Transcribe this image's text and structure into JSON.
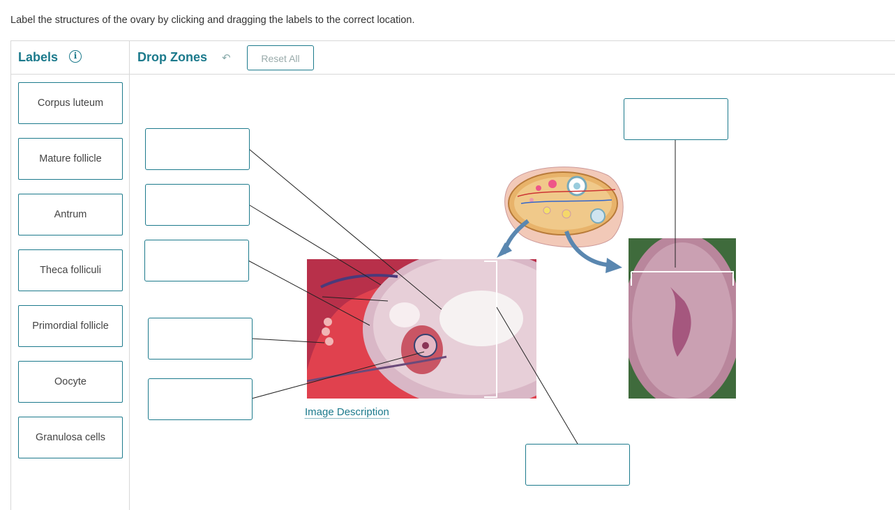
{
  "instruction": "Label the structures of the ovary by clicking and dragging the labels to the correct location.",
  "labels_panel": {
    "title": "Labels"
  },
  "drop_zones_panel": {
    "title": "Drop Zones",
    "reset_label": "Reset All"
  },
  "labels": [
    "Corpus luteum",
    "Mature follicle",
    "Antrum",
    "Theca folliculi",
    "Primordial follicle",
    "Oocyte",
    "Granulosa cells"
  ],
  "image_description_link": "Image Description",
  "colors": {
    "accent": "#1c7a8c",
    "tissue_red": "#d8303e",
    "tissue_pink": "#c98aa8"
  }
}
